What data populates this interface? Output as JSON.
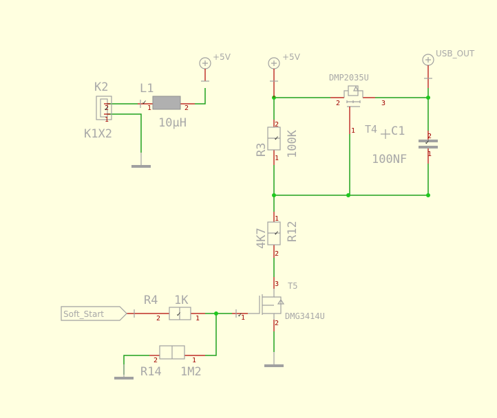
{
  "colors": {
    "background": "#ffffe0",
    "wire": "#1ea01e",
    "junction": "#1ec81e",
    "pin": "#b00000",
    "part": "#a0a0a0"
  },
  "power": {
    "vcc_left": "+5V",
    "vcc_mid": "+5V",
    "usb_out": "USB_OUT"
  },
  "parts": {
    "k2": {
      "ref": "K2",
      "value": "K1X2",
      "pin1": "1",
      "pin2": "2"
    },
    "l1": {
      "ref": "L1",
      "value": "10µH",
      "pin1": "1",
      "pin2": "2"
    },
    "q_dmp": {
      "value": "DMP2035U",
      "pin1": "1",
      "pin2": "2",
      "pin3": "3"
    },
    "t4": {
      "ref": "T4"
    },
    "c1": {
      "ref": "C1",
      "value": "100NF",
      "pin1": "1",
      "pin2": "2"
    },
    "r3": {
      "ref": "R3",
      "value": "100K",
      "pin1": "1",
      "pin2": "2"
    },
    "r12": {
      "ref": "R12",
      "value": "4K7",
      "pin1": "1",
      "pin2": "2"
    },
    "t5": {
      "ref": "T5",
      "value": "DMG3414U",
      "pin1": "1",
      "pin2": "2",
      "pin3": "3"
    },
    "r4": {
      "ref": "R4",
      "value": "1K",
      "pin1": "1",
      "pin2": "2"
    },
    "r14": {
      "ref": "R14",
      "value": "1M2",
      "pin1": "1",
      "pin2": "2"
    }
  },
  "net_labels": {
    "soft_start": "Soft_Start"
  }
}
